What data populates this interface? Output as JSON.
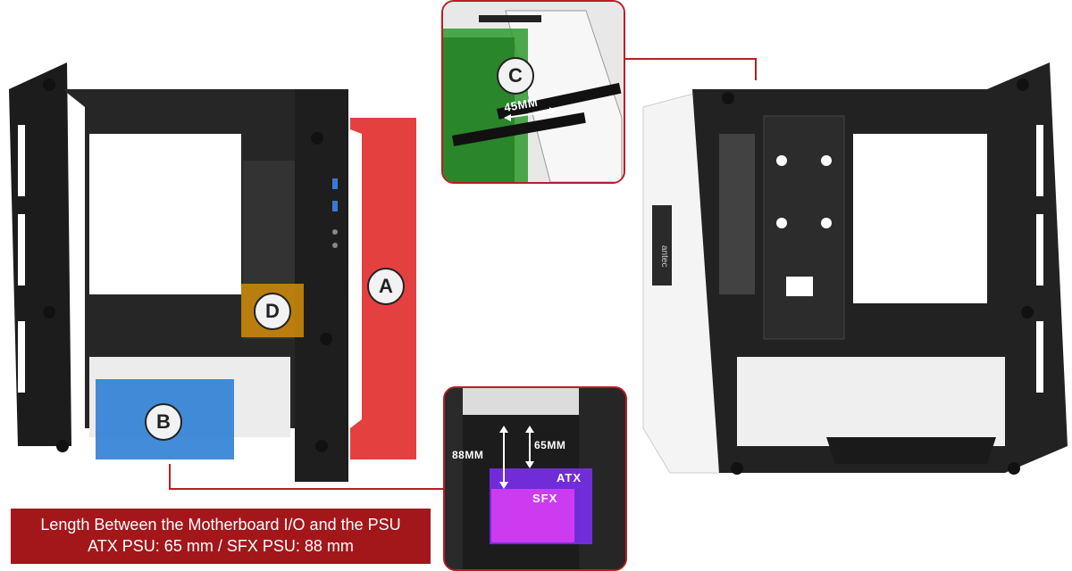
{
  "markers": {
    "a": "A",
    "b": "B",
    "c": "C",
    "d": "D"
  },
  "callout_c": {
    "measurement": "45MM"
  },
  "callout_psu": {
    "height_long": "88MM",
    "height_short": "65MM",
    "atx": "ATX",
    "sfx": "SFX"
  },
  "case_brand": "antec",
  "caption": {
    "line1": "Length Between the Motherboard I/O and the PSU",
    "line2": "ATX PSU: 65 mm / SFX PSU: 88 mm"
  },
  "colors": {
    "accent_red": "#b81e25",
    "caption_bg": "#a3171b",
    "highlight_a": "#e01e1e",
    "highlight_b": "#2f7fd6",
    "highlight_c": "#2e9a2e",
    "highlight_d": "#c8860a",
    "atx": "#7b2ff0",
    "sfx": "#d23cf2"
  }
}
